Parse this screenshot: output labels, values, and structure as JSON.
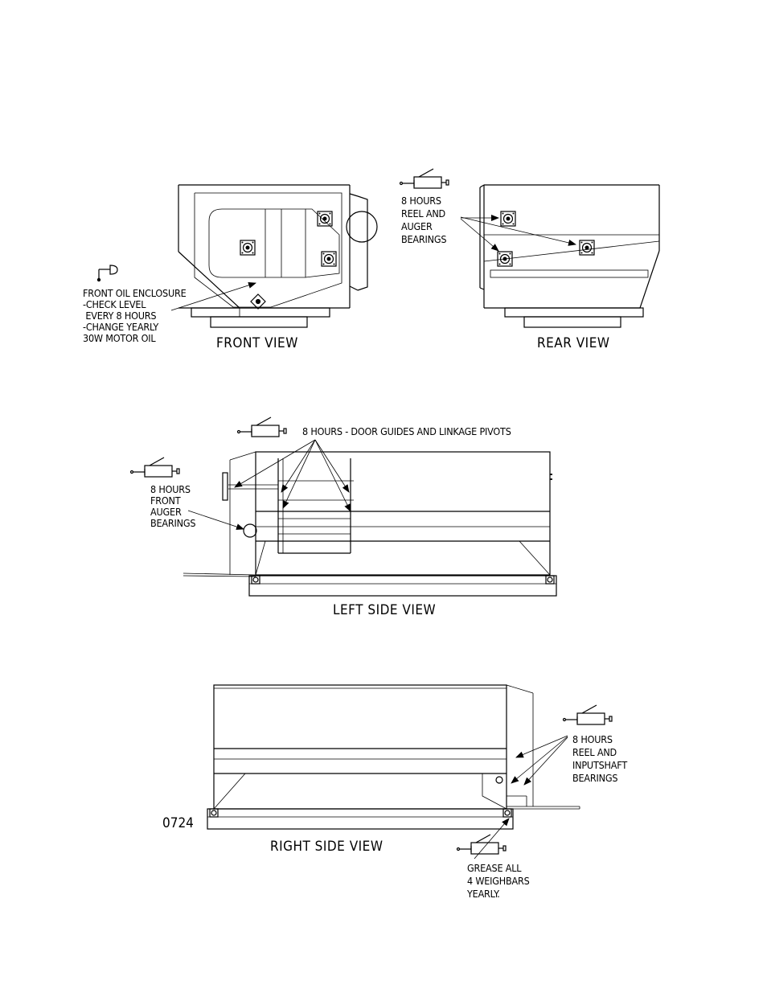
{
  "views": {
    "front": {
      "title": "FRONT VIEW",
      "note": [
        "FRONT OIL ENCLOSURE",
        "-CHECK LEVEL",
        " EVERY 8 HOURS",
        "-CHANGE YEARLY",
        "30W MOTOR OIL"
      ]
    },
    "rear": {
      "title": "REAR VIEW",
      "note": [
        "8 HOURS",
        "REEL AND",
        "AUGER",
        "BEARINGS"
      ]
    },
    "left": {
      "title": "LEFT SIDE VIEW",
      "note_top": "8 HOURS - DOOR GUIDES AND LINKAGE PIVOTS",
      "note_side": [
        "8 HOURS",
        "FRONT",
        "AUGER",
        "BEARINGS"
      ]
    },
    "right": {
      "title": "RIGHT SIDE VIEW",
      "note_side": [
        "8 HOURS",
        "REEL AND",
        "INPUTSHAFT",
        "BEARINGS"
      ],
      "note_bottom": [
        "GREASE ALL",
        "4 WEIGHBARS",
        "YEARLY."
      ]
    }
  },
  "drawing_number": "0724",
  "icons": [
    "grease-gun-icon",
    "oil-can-icon",
    "bearing-icon"
  ]
}
